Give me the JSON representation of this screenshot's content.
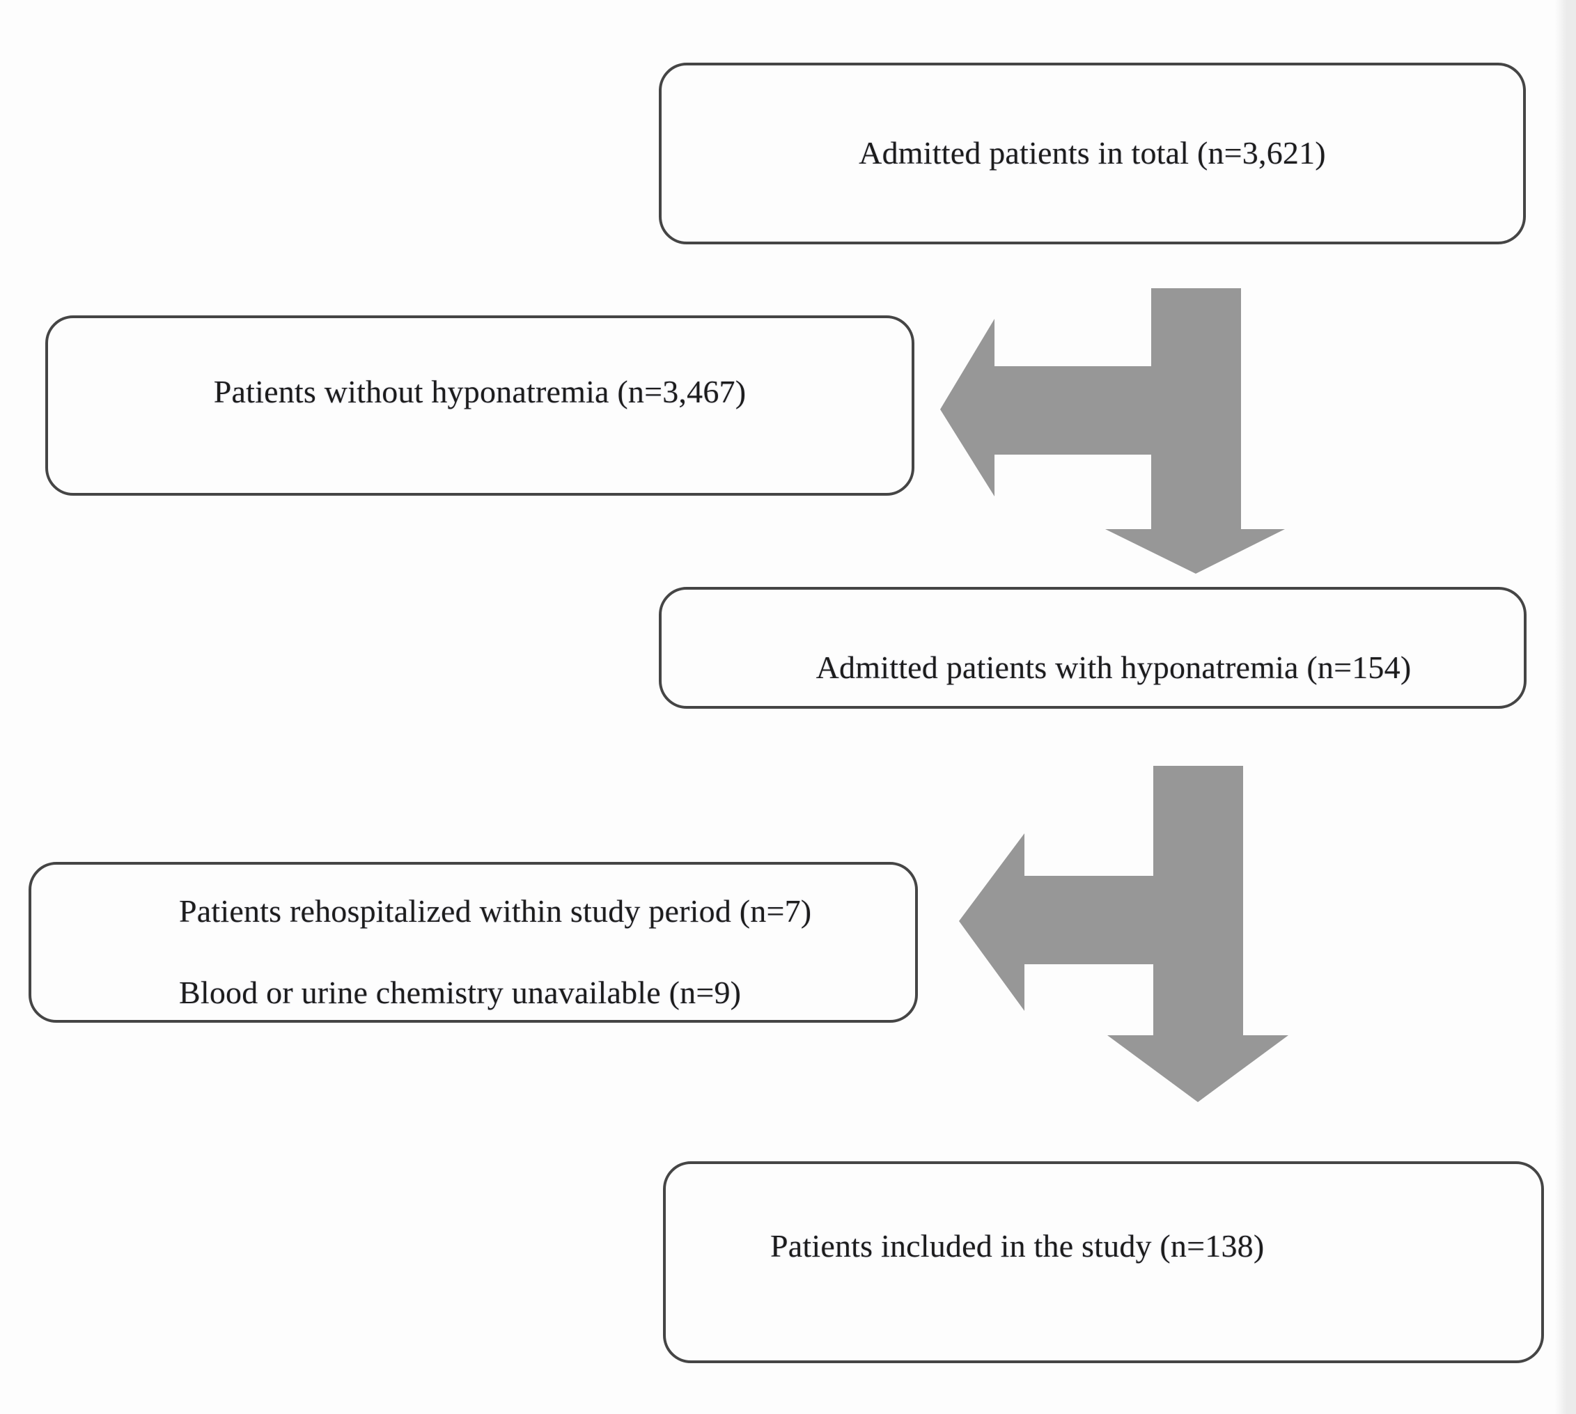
{
  "figure": {
    "type": "flow-diagram",
    "background": "#fdfdfd",
    "right_strip_color": "#ebebeb",
    "arrow_color": "#979797",
    "box_border_color": "#454545",
    "text_color": "#1c1c1c"
  },
  "boxes": [
    {
      "id": "admitted-total",
      "label": "Admitted patients in total (n=3,621)"
    },
    {
      "id": "without-hyponatremia",
      "label": "Patients without hyponatremia (n=3,467)"
    },
    {
      "id": "with-hyponatremia",
      "label": "Admitted patients with hyponatremia (n=154)"
    },
    {
      "id": "excluded",
      "lines": [
        "Patients rehospitalized within study period (n=7)",
        "Blood or urine chemistry unavailable (n=9)"
      ]
    },
    {
      "id": "included",
      "label": "Patients included in the study (n=138)"
    }
  ]
}
